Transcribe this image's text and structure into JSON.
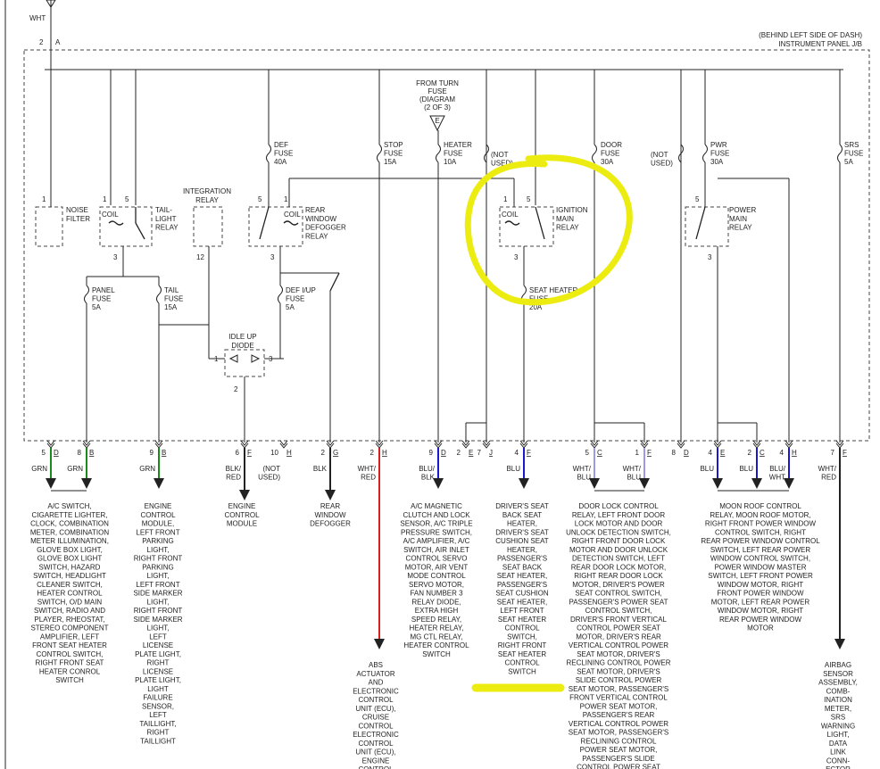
{
  "header": {
    "top_wire": "WHT",
    "top_pins": [
      "2",
      "A"
    ],
    "location": [
      "(BEHIND LEFT SIDE OF DASH)",
      "INSTRUMENT PANEL J/B"
    ]
  },
  "turn_fuse_ref": [
    "FROM TURN",
    "FUSE",
    "(DIAGRAM",
    "(2 OF 3)",
    "E"
  ],
  "fuses": [
    {
      "id": "def",
      "lines": [
        "DEF",
        "FUSE",
        "40A"
      ]
    },
    {
      "id": "stop",
      "lines": [
        "STOP",
        "FUSE",
        "15A"
      ]
    },
    {
      "id": "heater",
      "lines": [
        "HEATER",
        "FUSE",
        "10A"
      ]
    },
    {
      "id": "notused1",
      "lines": [
        "(NOT",
        "USED)"
      ]
    },
    {
      "id": "door",
      "lines": [
        "DOOR",
        "FUSE",
        "30A"
      ]
    },
    {
      "id": "notused2",
      "lines": [
        "(NOT",
        "USED)"
      ]
    },
    {
      "id": "pwr",
      "lines": [
        "PWR",
        "FUSE",
        "30A"
      ]
    },
    {
      "id": "srs",
      "lines": [
        "SRS",
        "FUSE",
        "5A"
      ]
    },
    {
      "id": "panel",
      "lines": [
        "PANEL",
        "FUSE",
        "5A"
      ]
    },
    {
      "id": "tail",
      "lines": [
        "TAIL",
        "FUSE",
        "15A"
      ]
    },
    {
      "id": "defiup",
      "lines": [
        "DEF I/UP",
        "FUSE",
        "5A"
      ]
    },
    {
      "id": "seatheater",
      "lines": [
        "SEAT HEATER",
        "FUSE",
        "20A"
      ]
    }
  ],
  "components": [
    {
      "id": "noise",
      "lines": [
        "NOISE",
        "FILTER"
      ],
      "pin": "1"
    },
    {
      "id": "tailrelay",
      "lines": [
        "TAIL-",
        "LIGHT",
        "RELAY"
      ],
      "coil": "COIL",
      "pins": [
        "1",
        "5",
        "3"
      ]
    },
    {
      "id": "integration",
      "lines": [
        "INTEGRATION",
        "RELAY"
      ],
      "pin": "12"
    },
    {
      "id": "defogger",
      "lines": [
        "REAR",
        "WINDOW",
        "DEFOGGER",
        "RELAY"
      ],
      "coil": "COIL",
      "pins": [
        "5",
        "1",
        "3"
      ]
    },
    {
      "id": "ignition",
      "lines": [
        "IGNITION",
        "MAIN",
        "RELAY"
      ],
      "coil": "COIL",
      "pins": [
        "1",
        "5",
        "3"
      ]
    },
    {
      "id": "power",
      "lines": [
        "POWER",
        "MAIN",
        "RELAY"
      ],
      "pins": [
        "5",
        "3"
      ]
    },
    {
      "id": "diode",
      "lines": [
        "IDLE UP",
        "DIODE"
      ],
      "pins": [
        "1",
        "3",
        "2"
      ]
    }
  ],
  "connectors": [
    {
      "pin": "5",
      "letter": "D",
      "wire": [
        "GRN"
      ]
    },
    {
      "pin": "8",
      "letter": "B",
      "wire": [
        "GRN"
      ]
    },
    {
      "pin": "9",
      "letter": "B",
      "wire": [
        "GRN"
      ]
    },
    {
      "pin": "6",
      "letter": "F",
      "wire": [
        "BLK/",
        "RED"
      ]
    },
    {
      "pin": "10",
      "letter": "H",
      "wire": [
        "(NOT",
        "USED)"
      ]
    },
    {
      "pin": "2",
      "letter": "G",
      "wire": [
        "BLK"
      ]
    },
    {
      "pin": "2",
      "letter": "H",
      "wire": [
        "WHT/",
        "RED"
      ]
    },
    {
      "pin": "9",
      "letter": "D",
      "wire": [
        "BLU/",
        "BLK"
      ]
    },
    {
      "pin": "2",
      "letter": "E",
      "wire": []
    },
    {
      "pin": "7",
      "letter": "J",
      "wire": []
    },
    {
      "pin": "4",
      "letter": "F",
      "wire": [
        "BLU"
      ]
    },
    {
      "pin": "5",
      "letter": "C",
      "wire": [
        "WHT/",
        "BLU"
      ]
    },
    {
      "pin": "1",
      "letter": "F",
      "wire": [
        "WHT/",
        "BLU"
      ]
    },
    {
      "pin": "8",
      "letter": "D",
      "wire": []
    },
    {
      "pin": "4",
      "letter": "E",
      "wire": [
        "BLU"
      ]
    },
    {
      "pin": "2",
      "letter": "C",
      "wire": [
        "BLU"
      ]
    },
    {
      "pin": "4",
      "letter": "H",
      "wire": [
        "BLU/",
        "WHT"
      ]
    },
    {
      "pin": "7",
      "letter": "F",
      "wire": [
        "WHT/",
        "RED"
      ]
    }
  ],
  "descriptions": [
    {
      "id": "d_ac",
      "lines": [
        "A/C SWITCH,",
        "CIGARETTE LIGHTER,",
        "CLOCK, COMBINATION",
        "METER, COMBINATION",
        "METER ILLUMINATION,",
        "GLOVE BOX LIGHT,",
        "GLOVE BOX LIGHT",
        "SWITCH, HAZARD",
        "SWITCH, HEADLIGHT",
        "CLEANER SWITCH,",
        "HEATER CONTROL",
        "SWITCH, O/D MAIN",
        "SWITCH, RADIO AND",
        "PLAYER, RHEOSTAT,",
        "STEREO COMPONENT",
        "AMPLIFIER, LEFT",
        "FRONT SEAT HEATER",
        "CONTROL SWITCH,",
        "RIGHT FRONT SEAT",
        "HEATER CONROL",
        "SWITCH"
      ]
    },
    {
      "id": "d_ecm1",
      "lines": [
        "ENGINE",
        "CONTROL",
        "MODULE,",
        "LEFT FRONT",
        "PARKING",
        "LIGHT,",
        "RIGHT FRONT",
        "PARKING",
        "LIGHT,",
        "LEFT FRONT",
        "SIDE MARKER",
        "LIGHT,",
        "RIGHT FRONT",
        "SIDE MARKER",
        "LIGHT,",
        "LEFT",
        "LICENSE",
        "PLATE LIGHT,",
        "RIGHT",
        "LICENSE",
        "PLATE LIGHT,",
        "LIGHT",
        "FAILURE",
        "SENSOR,",
        "LEFT",
        "TAILLIGHT,",
        "RIGHT",
        "TAILLIGHT"
      ]
    },
    {
      "id": "d_ecm2",
      "lines": [
        "ENGINE",
        "CONTROL",
        "MODULE"
      ]
    },
    {
      "id": "d_defog",
      "lines": [
        "REAR",
        "WINDOW",
        "DEFOGGER"
      ]
    },
    {
      "id": "d_abs",
      "lines": [
        "ABS",
        "ACTUATOR",
        "AND",
        "ELECTRONIC",
        "CONTROL",
        "UNIT (ECU),",
        "CRUISE",
        "CONTROL",
        "ELECTRONIC",
        "CONTROL",
        "UNIT (ECU),",
        "ENGINE",
        "CONTROL"
      ]
    },
    {
      "id": "d_acmag",
      "lines": [
        "A/C MAGNETIC",
        "CLUTCH AND LOCK",
        "SENSOR, A/C TRIPLE",
        "PRESSURE SWITCH,",
        "A/C AMPLIFIER, A/C",
        "SWITCH, AIR INLET",
        "CONTROL SERVO",
        "MOTOR, AIR VENT",
        "MODE CONTROL",
        "SERVO MOTOR,",
        "FAN NUMBER 3",
        "RELAY DIODE,",
        "EXTRA HIGH",
        "SPEED RELAY,",
        "HEATER RELAY,",
        "MG CTL RELAY,",
        "HEATER CONTROL",
        "SWITCH"
      ]
    },
    {
      "id": "d_seat",
      "lines": [
        "DRIVER'S SEAT",
        "BACK SEAT",
        "HEATER,",
        "DRIVER'S SEAT",
        "CUSHION SEAT",
        "HEATER,",
        "PASSENGER'S",
        "SEAT BACK",
        "SEAT HEATER,",
        "PASSENGER'S",
        "SEAT CUSHION",
        "SEAT HEATER,",
        "LEFT FRONT",
        "SEAT HEATER",
        "CONTROL",
        "SWITCH,",
        "RIGHT FRONT",
        "SEAT HEATER",
        "CONTROL",
        "SWITCH"
      ]
    },
    {
      "id": "d_door",
      "lines": [
        "DOOR LOCK CONTROL",
        "RELAY, LEFT FRONT DOOR",
        "LOCK MOTOR AND DOOR",
        "UNLOCK DETECTION SWITCH,",
        "RIGHT FRONT DOOR LOCK",
        "MOTOR AND DOOR UNLOCK",
        "DETECTION SWITCH, LEFT",
        "REAR DOOR LOCK MOTOR,",
        "RIGHT REAR DOOR LOCK",
        "MOTOR, DRIVER'S POWER",
        "SEAT CONTROL SWITCH,",
        "PASSENGER'S POWER SEAT",
        "CONTROL SWITCH,",
        "DRIVER'S FRONT VERTICAL",
        "CONTROL POWER SEAT",
        "MOTOR, DRIVER'S REAR",
        "VERTICAL CONTROL POWER",
        "SEAT MOTOR, DRIVER'S",
        "RECLINING CONTROL POWER",
        "SEAT MOTOR, DRIVER'S",
        "SLIDE CONTROL POWER",
        "SEAT MOTOR, PASSENGER'S",
        "FRONT VERTICAL CONTROL",
        "POWER SEAT MOTOR,",
        "PASSENGER'S REAR",
        "VERTICAL CONTROL POWER",
        "SEAT MOTOR, PASSENGER'S",
        "RECLINING CONTROL",
        "POWER SEAT MOTOR,",
        "PASSENGER'S SLIDE",
        "CONTROL POWER SEAT"
      ]
    },
    {
      "id": "d_moon",
      "lines": [
        "MOON ROOF CONTROL",
        "RELAY, MOON ROOF MOTOR,",
        "RIGHT FRONT POWER WINDOW",
        "CONTROL SWITCH, RIGHT",
        "REAR POWER WINDOW CONTROL",
        "SWITCH, LEFT REAR POWER",
        "WINDOW CONTROL SWITCH,",
        "POWER WINDOW MASTER",
        "SWITCH, LEFT FRONT POWER",
        "WINDOW MOTOR, RIGHT",
        "FRONT POWER WINDOW",
        "MOTOR, LEFT REAR POWER",
        "WINDOW MOTOR, RIGHT",
        "REAR POWER WINDOW",
        "MOTOR"
      ]
    },
    {
      "id": "d_airbag",
      "lines": [
        "AIRBAG",
        "SENSOR",
        "ASSEMBLY,",
        "COMB-",
        "INATION",
        "METER,",
        "SRS",
        "WARNING",
        "LIGHT,",
        "DATA",
        "LINK",
        "CONN-",
        "ECTOR"
      ]
    }
  ],
  "colors": {
    "jb_fill": "#e6f2fb",
    "green": "#1a8a1a",
    "blue": "#1a1acc",
    "red": "#d42020",
    "lavender": "#9a9ae8",
    "highlight": "#ecec10"
  }
}
